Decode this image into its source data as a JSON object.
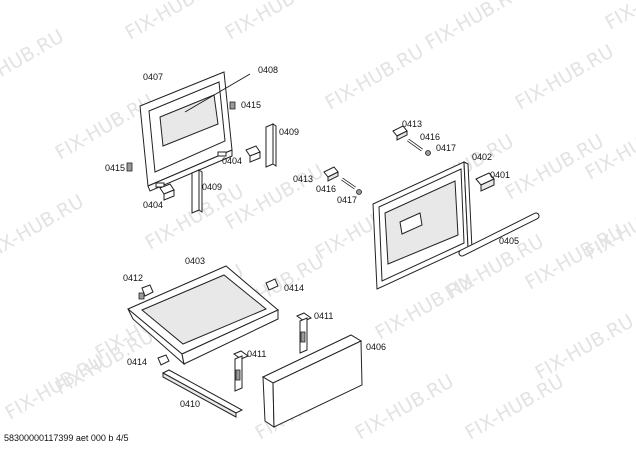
{
  "diagram": {
    "watermark_text": "FIX-HUB.RU",
    "footer_text": "58300000117399 aet 000 b 4/5",
    "labels": {
      "l0407": "0407",
      "l0408": "0408",
      "l0415a": "0415",
      "l0409a": "0409",
      "l0404a": "0404",
      "l0415b": "0415",
      "l0409b": "0409",
      "l0404b": "0404",
      "l0413a": "0413",
      "l0416a": "0416",
      "l0417a": "0417",
      "l0402": "0402",
      "l0413b": "0413",
      "l0416b": "0416",
      "l0417b": "0417",
      "l0401": "0401",
      "l0405": "0405",
      "l0403": "0403",
      "l0412": "0412",
      "l0414a": "0414",
      "l0411a": "0411",
      "l0406": "0406",
      "l0414b": "0414",
      "l0411b": "0411",
      "l0410": "0410"
    }
  }
}
